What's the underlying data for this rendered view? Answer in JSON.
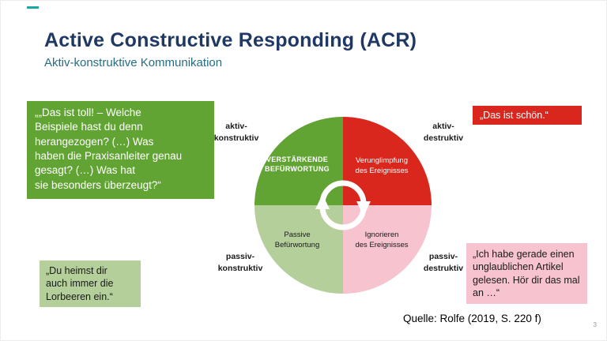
{
  "slide": {
    "title": "Active Constructive Responding (ACR)",
    "subtitle": "Aktiv-konstruktive Kommunikation",
    "source": "Quelle: Rolfe (2019, S. 220 f)",
    "page_number": "3"
  },
  "colors": {
    "title": "#1F3864",
    "subtitle": "#256D85",
    "accent_dash": "#1BA8A0",
    "active_constructive": "#61A433",
    "active_destructive": "#D9271E",
    "passive_constructive": "#B5CF9B",
    "passive_destructive": "#F6C3CF"
  },
  "quotes": {
    "active_constructive": "„„Das ist toll! – Welche\nBeispiele hast du denn\nherangezogen? (…) Was\nhaben die Praxisanleiter genau\ngesagt? (…) Was hat\nsie besonders überzeugt?“",
    "active_destructive": "„Das ist schön.“",
    "passive_constructive": "„Du heimst dir\nauch immer die\nLorbeeren ein.“",
    "passive_destructive": "„Ich habe gerade einen\nunglaublichen Artikel\ngelesen. Hör dir das mal\nan …“"
  },
  "diagram": {
    "outer_labels": {
      "top_left": {
        "line1": "aktiv-",
        "line2": "konstruktiv"
      },
      "top_right": {
        "line1": "aktiv-",
        "line2": "destruktiv"
      },
      "bottom_left": {
        "line1": "passiv-",
        "line2": "konstruktiv"
      },
      "bottom_right": {
        "line1": "passiv-",
        "line2": "destruktiv"
      }
    },
    "inner_labels": {
      "top_left": {
        "line1": "VERSTÄRKENDE",
        "line2": "BEFÜRWORTUNG"
      },
      "top_right": {
        "line1": "Verunglimpfung",
        "line2": "des Ereignisses"
      },
      "bottom_left": {
        "line1": "Passive",
        "line2": "Befürwortung"
      },
      "bottom_right": {
        "line1": "Ignorieren",
        "line2": "des Ereignisses"
      }
    }
  }
}
